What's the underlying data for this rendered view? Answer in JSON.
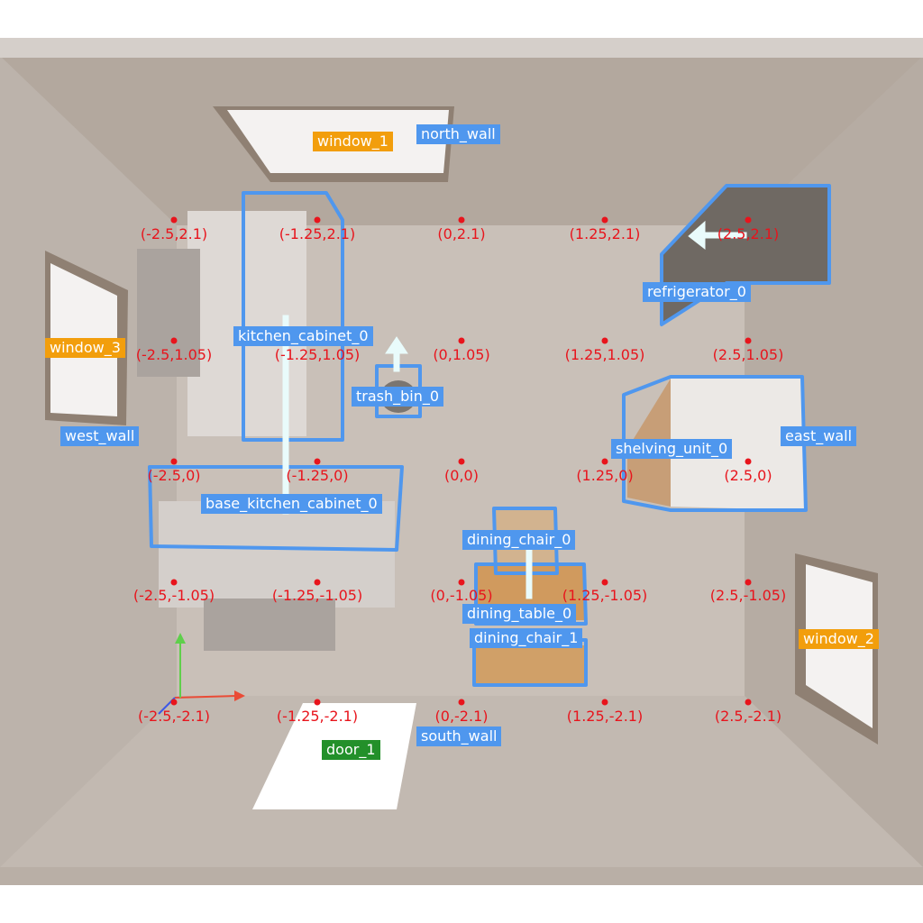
{
  "colors": {
    "wall_label": "#4f97ee",
    "window_label": "#f29e0c",
    "door_label": "#23902a",
    "coord_marker": "#e8141c",
    "bbox": "#4f97ee",
    "floor": "#c9c0b8",
    "wall": "#b8ada3"
  },
  "labels": {
    "north_wall": "north_wall",
    "south_wall": "south_wall",
    "east_wall": "east_wall",
    "west_wall": "west_wall",
    "window_1": "window_1",
    "window_2": "window_2",
    "window_3": "window_3",
    "door_1": "door_1",
    "refrigerator_0": "refrigerator_0",
    "kitchen_cabinet_0": "kitchen_cabinet_0",
    "trash_bin_0": "trash_bin_0",
    "shelving_unit_0": "shelving_unit_0",
    "base_kitchen_cabinet_0": "base_kitchen_cabinet_0",
    "dining_chair_0": "dining_chair_0",
    "dining_table_0": "dining_table_0",
    "dining_chair_1": "dining_chair_1"
  },
  "coords": {
    "r0": [
      "(-2.5,2.1)",
      "(-1.25,2.1)",
      "(0,2.1)",
      "(1.25,2.1)",
      "(2.5,2.1)"
    ],
    "r1": [
      "(-2.5,1.05)",
      "(-1.25,1.05)",
      "(0,1.05)",
      "(1.25,1.05)",
      "(2.5,1.05)"
    ],
    "r2": [
      "(-2.5,0)",
      "(-1.25,0)",
      "(0,0)",
      "(1.25,0)",
      "(2.5,0)"
    ],
    "r3": [
      "(-2.5,-1.05)",
      "(-1.25,-1.05)",
      "(0,-1.05)",
      "(1.25,-1.05)",
      "(2.5,-1.05)"
    ],
    "r4": [
      "(-2.5,-2.1)",
      "(-1.25,-2.1)",
      "(0,-2.1)",
      "(1.25,-2.1)",
      "(2.5,-2.1)"
    ]
  }
}
